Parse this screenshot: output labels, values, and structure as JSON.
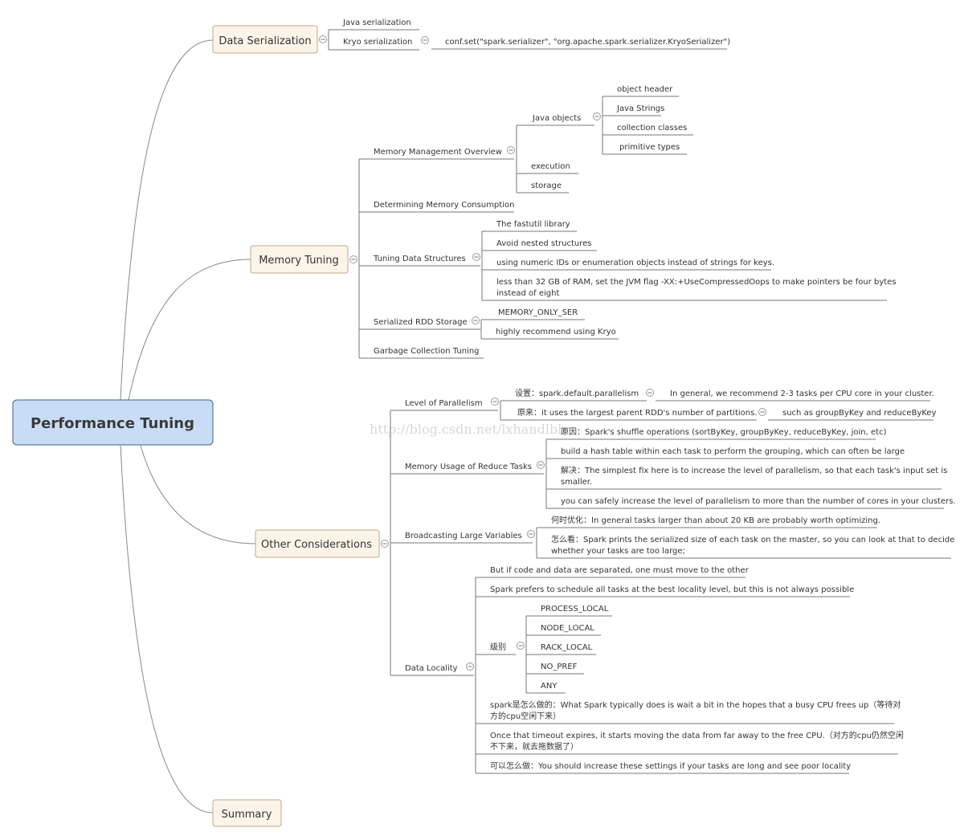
{
  "root": {
    "label": "Performance Tuning"
  },
  "watermark": "http://blog.csdn.net/lxhandlbb",
  "branches": {
    "data_serialization": {
      "label": "Data Serialization",
      "java": "Java serialization",
      "kryo": "Kryo serialization",
      "kryo_conf": "conf.set(\"spark.serializer\", \"org.apache.spark.serializer.KryoSerializer\")"
    },
    "memory_tuning": {
      "label": "Memory Tuning",
      "mmo": "Memory Management Overview",
      "java_objects": "Java objects",
      "object_header": "object header",
      "java_strings": "Java Strings",
      "collection_classes": "collection classes",
      "primitive_types": "primitive types",
      "execution": "execution",
      "storage": "storage",
      "dmc": "Determining Memory Consumption",
      "tds": "Tuning Data Structures",
      "fastutil": "The fastutil library",
      "avoid_nested": "Avoid nested structures",
      "numeric_ids": "using numeric IDs or enumeration objects instead of strings for keys.",
      "ram_1": "less than 32 GB of RAM, set the JVM flag -XX:+UseCompressedOops to make pointers be four bytes",
      "ram_2": "instead of eight",
      "srs": "Serialized RDD Storage",
      "memory_only_ser": "MEMORY_ONLY_SER",
      "highly_recommend": "highly recommend using Kryo",
      "gct": "Garbage Collection Tuning"
    },
    "other_considerations": {
      "label": "Other Considerations",
      "lop": "Level of Parallelism",
      "lop_set": "设置：spark.default.parallelism",
      "lop_set_note": "In general, we recommend 2-3 tasks per CPU core in your cluster.",
      "lop_orig": "原来：it uses the largest parent RDD's number of partitions.",
      "lop_orig_note": "such as groupByKey and reduceByKey",
      "mur": "Memory Usage of Reduce Tasks",
      "mur_reason": "原因：Spark's shuffle operations (sortByKey, groupByKey, reduceByKey, join, etc)",
      "mur_hash": "build a hash table within each task to perform the grouping, which can often be large",
      "mur_fix_1": "解决：The simplest fix here is to increase the level of parallelism, so that each task's input set is",
      "mur_fix_2": "smaller.",
      "mur_safe": "you can safely increase the level of parallelism to more than the number of cores in your clusters.",
      "blv": "Broadcasting Large Variables",
      "blv_when": "何时优化：In general tasks larger than about 20 KB are probably worth optimizing.",
      "blv_how_1": "怎么看：Spark prints the serialized size of each task on the master, so you can look at that to decide",
      "blv_how_2": "whether your tasks are too large;",
      "dl": "Data Locality",
      "dl_sep": "But if code and data are separated, one must move to the other",
      "dl_prefers": "Spark prefers to schedule all tasks at the best locality level, but this is not always possible",
      "dl_levels": "级别",
      "process_local": "PROCESS_LOCAL",
      "node_local": "NODE_LOCAL",
      "rack_local": "RACK_LOCAL",
      "no_pref": "NO_PREF",
      "any": "ANY",
      "dl_how_1": "spark是怎么做的：What Spark typically does is wait a bit in the hopes that a busy CPU frees up（等待对",
      "dl_how_2": "方的cpu空闲下来）",
      "dl_timeout_1": "Once that timeout expires, it starts moving the data from far away to the free CPU.（对方的cpu仍然空闲",
      "dl_timeout_2": "不下来，就去拖数据了）",
      "dl_can": "可以怎么做：You should increase these settings if your tasks are long and see poor locality"
    },
    "summary": {
      "label": "Summary"
    }
  },
  "icons": {
    "collapse": "minus-circle-icon"
  },
  "colors": {
    "root_fill": "#c9dcf6",
    "branch_fill": "#fcf4e8",
    "line": "#888888"
  }
}
